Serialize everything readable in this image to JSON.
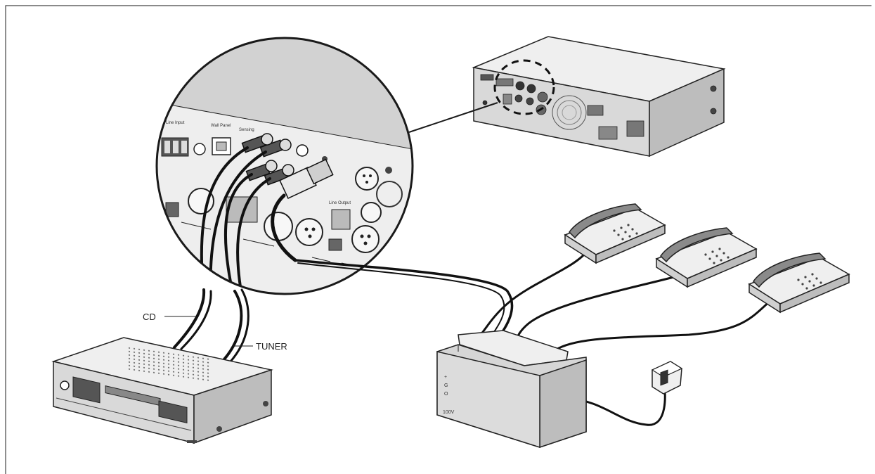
{
  "labels": {
    "cd": "CD",
    "tuner": "TUNER",
    "voltage": "100V",
    "pin_plus": "+",
    "pin_g": "G",
    "pin_o": "O"
  },
  "colors": {
    "line": "#1a1a1a",
    "device_light": "#e6e6e6",
    "device_mid": "#c8c8c8",
    "device_dark": "#a9a9a9",
    "border": "#444444"
  },
  "icons": [
    "amplifier-icon",
    "cd-tuner-icon",
    "telephone-icon",
    "junction-box-icon",
    "power-plug-icon",
    "rca-plug-icon",
    "xlr-connector-icon"
  ]
}
